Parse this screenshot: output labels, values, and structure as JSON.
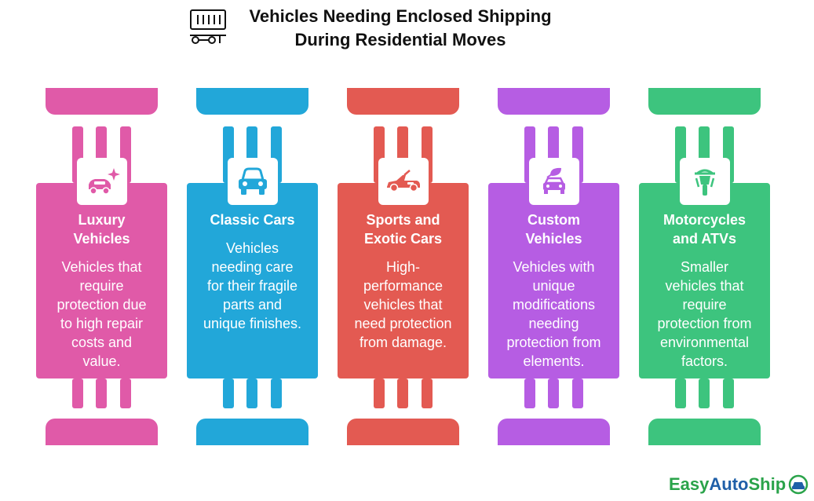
{
  "title": {
    "line1": "Vehicles Needing Enclosed Shipping",
    "line2": "During Residential Moves",
    "icon": "truck-trailer-icon"
  },
  "columns": [
    {
      "heading_lines": [
        "Luxury",
        "Vehicles"
      ],
      "desc_lines": [
        "Vehicles that",
        "require",
        "protection due",
        "to high repair",
        "costs and",
        "value."
      ],
      "color": "#e05aa8",
      "icon": "luxury-car-sparkle-icon"
    },
    {
      "heading_lines": [
        "Classic Cars"
      ],
      "desc_lines": [
        "Vehicles",
        "needing care",
        "for their fragile",
        "parts and",
        "unique finishes."
      ],
      "color": "#22a7d9",
      "icon": "classic-car-icon"
    },
    {
      "heading_lines": [
        "Sports and",
        "Exotic Cars"
      ],
      "desc_lines": [
        "High-",
        "performance",
        "vehicles that",
        "need protection",
        "from damage."
      ],
      "color": "#e35a52",
      "icon": "sports-car-icon"
    },
    {
      "heading_lines": [
        "Custom",
        "Vehicles"
      ],
      "desc_lines": [
        "Vehicles with",
        "unique",
        "modifications",
        "needing",
        "protection from",
        "elements."
      ],
      "color": "#b65de3",
      "icon": "custom-car-leaf-icon"
    },
    {
      "heading_lines": [
        "Motorcycles",
        "and ATVs"
      ],
      "desc_lines": [
        "Smaller",
        "vehicles that",
        "require",
        "protection from",
        "environmental",
        "factors."
      ],
      "color": "#3dc47e",
      "icon": "motorcycle-icon"
    }
  ],
  "logo": {
    "text_easy": "Easy",
    "text_auto": "Auto",
    "text_ship": "Ship",
    "color_green": "#2aa34a",
    "color_blue": "#1f5fa8"
  }
}
